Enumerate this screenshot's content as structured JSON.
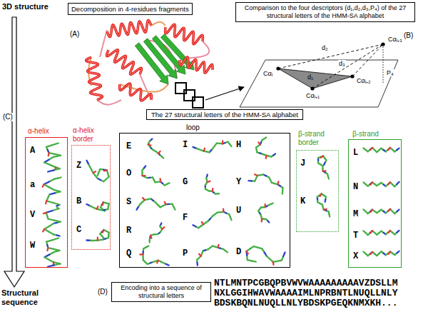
{
  "diagram": {
    "nodes": [
      {
        "text": [
          "Decomposition in 4-residues fragments"
        ]
      },
      {
        "text": [
          "Comparison to the four descriptors (d₁,d₂,d₃,P₄) of the 27 structural letters of the HMM-SA alphabet"
        ]
      },
      {
        "text": [
          "The 27 structural letters of the HMM-SA alphabet"
        ]
      },
      {
        "text": [
          "α-helix",
          "A",
          "a",
          "V",
          "W"
        ]
      },
      {
        "text": [
          "α-helix border",
          "Z",
          "B",
          "C"
        ]
      },
      {
        "text": [
          "loop",
          "E",
          "I",
          "H",
          "O",
          "G",
          "Y",
          "S",
          "U",
          "R",
          "F",
          "Q",
          "P",
          "D"
        ]
      },
      {
        "text": [
          "β-strand border",
          "J",
          "K"
        ]
      },
      {
        "text": [
          "β-strand",
          "L",
          "N",
          "M",
          "T",
          "X"
        ]
      },
      {
        "text": [
          "Encoding into a sequence of structural letters"
        ]
      }
    ],
    "labels": [
      "3D structure",
      "(A)",
      "(B)",
      "d₂",
      "d₁",
      "d₃",
      "P₄",
      "Cαᵢ",
      "Cαᵢ₊₃",
      "Cαᵢ₊₁",
      "Cαᵢ₊₂",
      "(C)",
      "(D)",
      "Structural sequence",
      "NTLMNTPCGBQPBVWVWAAAAAAAAAVZDSLLM",
      "NXLGGIHWAVWAAAAIMLNPRBNTLNUQLLNLY",
      "BDSKBQNLNUQLLNLYBDSKPGEQKNMXKH..."
    ]
  }
}
